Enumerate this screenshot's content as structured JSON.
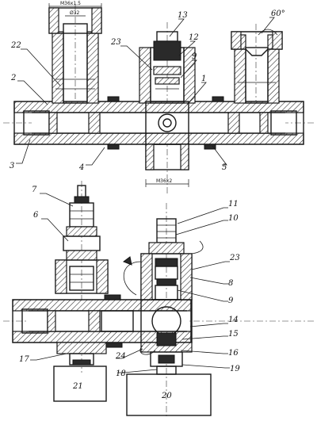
{
  "top_view": {
    "labels": {
      "p22": "22",
      "p2": "2",
      "p3": "3",
      "p4": "4",
      "p23": "23",
      "p13": "13",
      "p12": "12",
      "p9": "9",
      "p1": "1",
      "p5": "5",
      "angle": "60°"
    },
    "dims": {
      "thread_left": "M36x1.5",
      "bore_left": "Ø32",
      "thread_bottom": "M36x2"
    }
  },
  "bottom_view": {
    "labels": {
      "p7": "7",
      "p6": "6",
      "p11": "11",
      "p10": "10",
      "p23": "23",
      "p8": "8",
      "p9": "9",
      "p14": "14",
      "p15": "15",
      "p16": "16",
      "p19": "19",
      "p17": "17",
      "p24": "24",
      "p18": "18",
      "p21": "21",
      "p20": "20"
    }
  }
}
